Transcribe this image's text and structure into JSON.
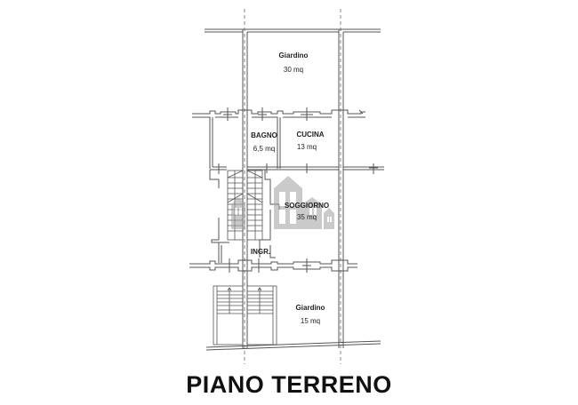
{
  "plan": {
    "title": "PIANO TERRENO",
    "colors": {
      "wall": "#555555",
      "axis": "#666666",
      "background": "#ffffff",
      "watermark": "#9a9a9a"
    },
    "rooms": [
      {
        "id": "giardino-top",
        "name": "Giardino",
        "area": "30 mq"
      },
      {
        "id": "bagno",
        "name": "BAGNO",
        "area": "6,5 mq"
      },
      {
        "id": "cucina",
        "name": "CUCINA",
        "area": "13 mq"
      },
      {
        "id": "soggiorno",
        "name": "SOGGIORNO",
        "area": "35 mq"
      },
      {
        "id": "ingresso",
        "name": "INGR.",
        "area": ""
      },
      {
        "id": "giardino-bottom",
        "name": "Giardino",
        "area": "15 mq"
      }
    ]
  }
}
